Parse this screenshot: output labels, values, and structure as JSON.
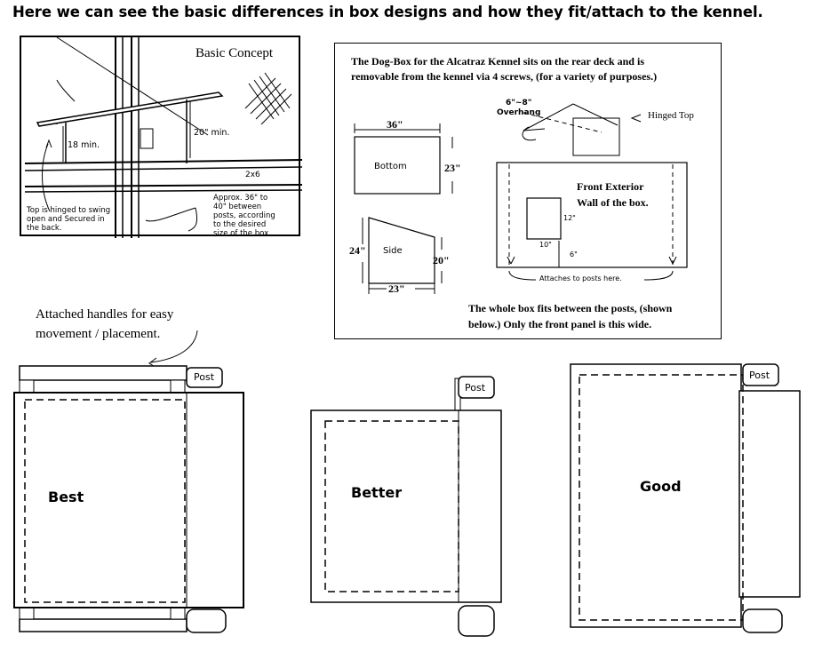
{
  "title": "Here we can see the basic differences in box designs and how they fit/attach to the kennel.",
  "concept": {
    "heading": "Basic Concept",
    "dim_18": "18 min.",
    "dim_20": "20\" min.",
    "lumber": "2x6",
    "top_note": [
      "Top is hinged to swing",
      "open and Secured in",
      "the back."
    ],
    "posts_note": [
      "Approx. 36\" to",
      "40\" between",
      "posts, according",
      "to the desired",
      "size of the box."
    ]
  },
  "plan": {
    "intro": [
      "The Dog-Box for the Alcatraz Kennel sits on the rear deck and is",
      "removable from the kennel via 4 screws, (for a variety of purposes.)"
    ],
    "bottom_width": "36\"",
    "bottom_label": "Bottom",
    "bottom_depth": "23\"",
    "overhang": [
      "6\"~8\"",
      "Overhang"
    ],
    "hinged_top": "Hinged Top",
    "front_label": [
      "Front Exterior",
      "Wall of the box."
    ],
    "door_height": "12\"",
    "door_width": "10\"",
    "door_offset": "6\"",
    "attach_note": "Attaches to posts here.",
    "side_left": "24\"",
    "side_label": "Side",
    "side_right": "20\"",
    "side_bottom": "23\"",
    "fit_note": [
      "The whole box fits between the posts, (shown",
      "below.) Only the front panel is this wide."
    ]
  },
  "handles_note": [
    "Attached handles for easy",
    "movement / placement."
  ],
  "post_label": "Post",
  "designs": [
    "Best",
    "Better",
    "Good"
  ]
}
